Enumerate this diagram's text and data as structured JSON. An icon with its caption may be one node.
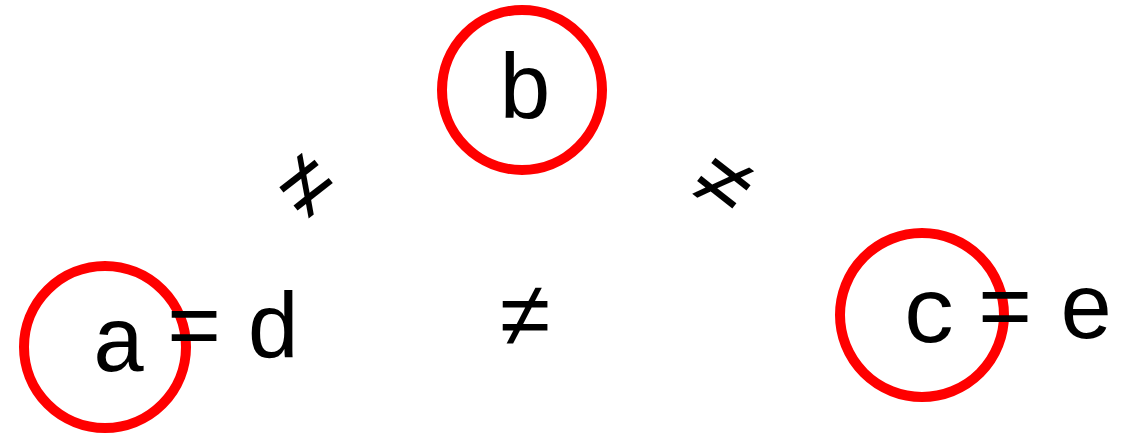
{
  "diagram": {
    "nodes": [
      {
        "text": [
          "b"
        ]
      },
      {
        "text": [
          "a"
        ]
      },
      {
        "text": [
          "c"
        ]
      }
    ],
    "labels": [
      "≠",
      "≠",
      "=",
      "d",
      "≠",
      "=",
      "e"
    ]
  }
}
